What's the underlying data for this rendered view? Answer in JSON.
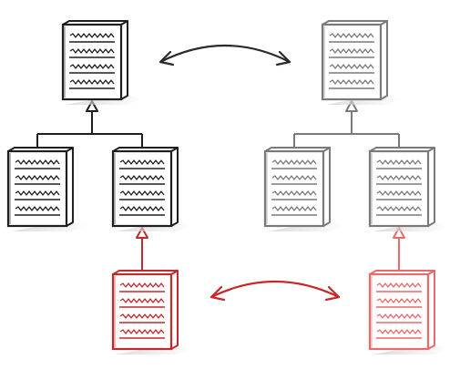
{
  "colors": {
    "black": "#1f1f1f",
    "gray": "#7a7a7a",
    "red": "#c42a2a",
    "pink": "#e86a6a",
    "arrow": "#2a2a2a",
    "arrow_red": "#c42a2a"
  },
  "icons": {
    "document": "document-icon",
    "inheritance_arrow": "inheritance-triangle-icon",
    "swap_arrow": "double-headed-curved-arrow-icon"
  },
  "diagram": {
    "left_hierarchy": {
      "parent": {
        "color": "black"
      },
      "children": [
        {
          "color": "black"
        },
        {
          "color": "black"
        }
      ],
      "extension": {
        "color": "red"
      }
    },
    "right_hierarchy": {
      "parent": {
        "color": "gray"
      },
      "children": [
        {
          "color": "gray"
        },
        {
          "color": "gray"
        }
      ],
      "extension": {
        "color": "pink"
      }
    },
    "top_connector": {
      "color": "arrow"
    },
    "bottom_connector": {
      "color": "arrow_red"
    }
  }
}
